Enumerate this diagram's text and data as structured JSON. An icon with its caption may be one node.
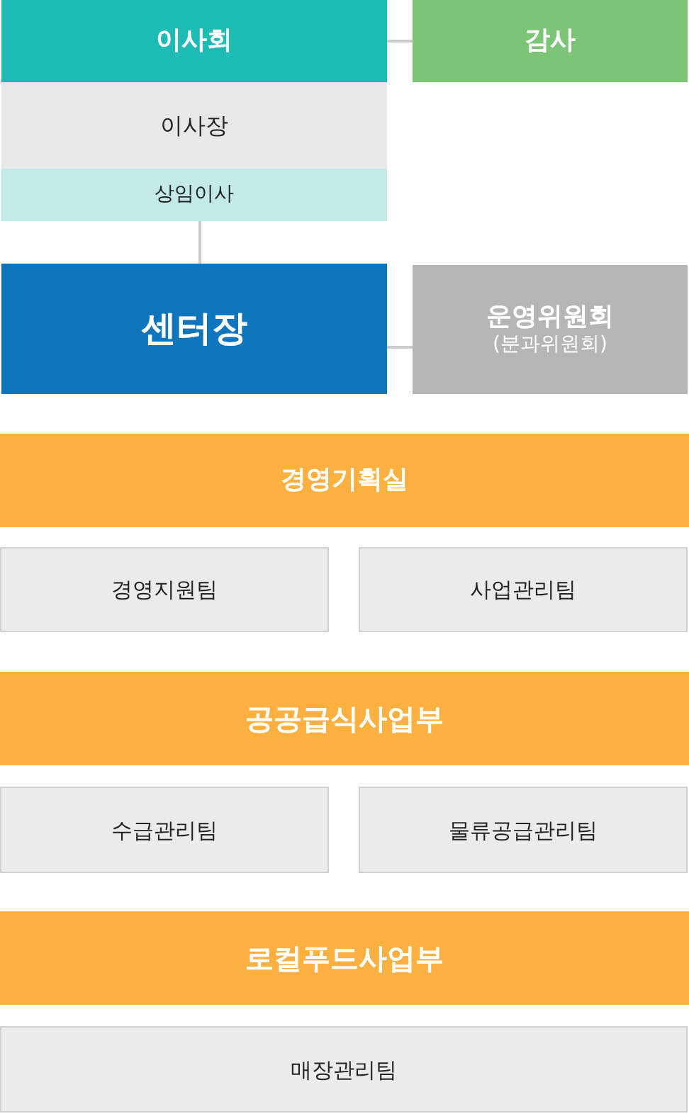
{
  "diagram": {
    "nodes": [
      {
        "text": [
          "이사회"
        ]
      },
      {
        "text": [
          "감사"
        ]
      },
      {
        "text": [
          "이사장"
        ]
      },
      {
        "text": [
          "상임이사"
        ]
      },
      {
        "text": [
          "센터장"
        ]
      },
      {
        "text": [
          "운영위원회",
          "(분과위원회)"
        ]
      },
      {
        "text": [
          "경영기획실"
        ]
      },
      {
        "text": [
          "경영지원팀"
        ]
      },
      {
        "text": [
          "사업관리팀"
        ]
      },
      {
        "text": [
          "공공급식사업부"
        ]
      },
      {
        "text": [
          "수급관리팀"
        ]
      },
      {
        "text": [
          "물류공급관리팀"
        ]
      },
      {
        "text": [
          "로컬푸드사업부"
        ]
      },
      {
        "text": [
          "매장관리팀"
        ]
      }
    ],
    "edges": [
      {
        "from": 0,
        "to": 1,
        "arrow": "none"
      },
      {
        "from": 3,
        "to": 4,
        "arrow": "none"
      },
      {
        "from": 4,
        "to": 5,
        "arrow": "none"
      }
    ]
  }
}
